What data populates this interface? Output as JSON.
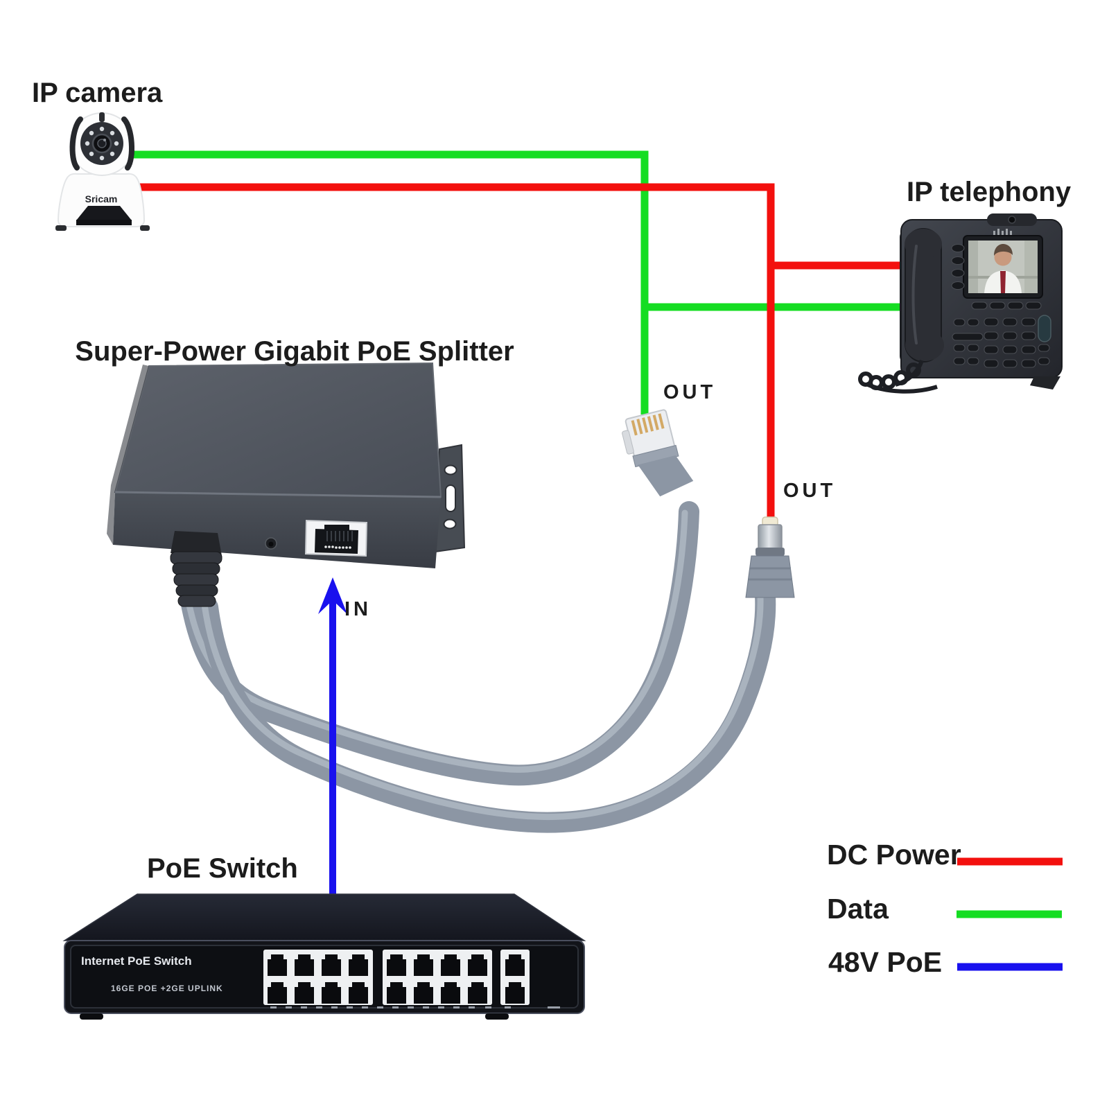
{
  "page": {
    "background": "#ffffff"
  },
  "diagram": {
    "title": "Super-Power Gigabit PoE Splitter",
    "devices": {
      "camera": {
        "label": "IP camera",
        "brand": "Sricam"
      },
      "phone": {
        "label": "IP telephony"
      },
      "poe_switch": {
        "label": "PoE Switch",
        "face_line1": "Internet PoE Switch",
        "face_line2": "16GE POE +2GE UPLINK"
      }
    },
    "flow_labels": {
      "out_data": "OUT",
      "out_power": "OUT",
      "in": "IN"
    },
    "legend": {
      "items": [
        {
          "label": "DC Power",
          "color": "#f3100e"
        },
        {
          "label": "Data",
          "color": "#15dd22"
        },
        {
          "label": "48V PoE",
          "color": "#1911ee"
        }
      ]
    }
  }
}
